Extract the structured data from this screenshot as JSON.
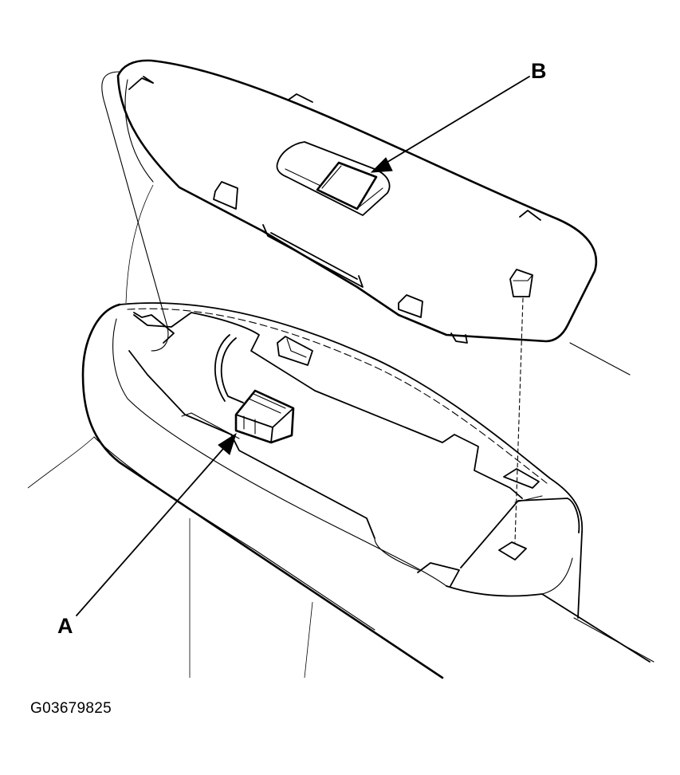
{
  "labels": {
    "connector": "A",
    "switch": "B"
  },
  "figure_code": "G03679825",
  "colors": {
    "line": "#000000",
    "background": "#ffffff"
  }
}
